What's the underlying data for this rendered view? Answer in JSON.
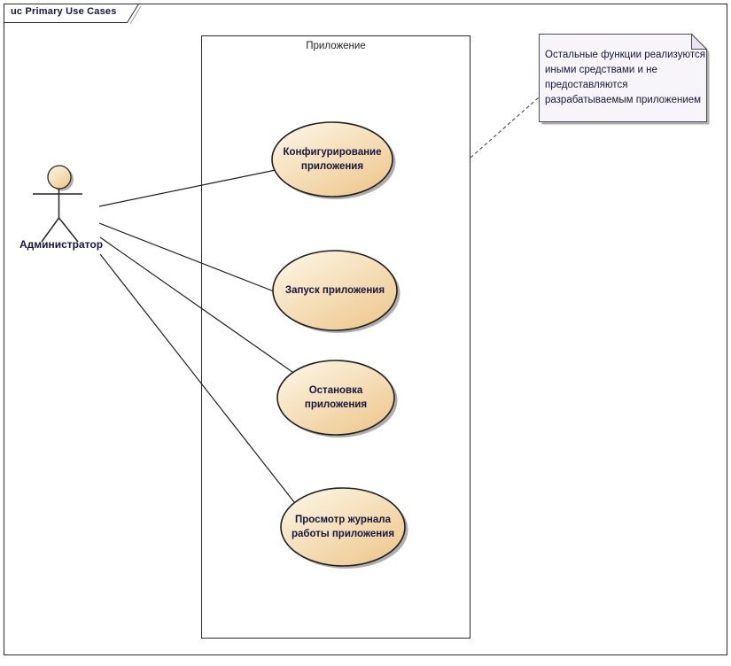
{
  "frame": {
    "label": "uc Primary Use Cases"
  },
  "system_boundary": {
    "label": "Приложение"
  },
  "actor": {
    "label": "Администратор"
  },
  "use_cases": [
    {
      "label": "Конфигурирование приложения"
    },
    {
      "label": "Запуск приложения"
    },
    {
      "label": "Остановка приложения"
    },
    {
      "label": "Просмотр журнала работы приложения"
    }
  ],
  "note": {
    "lines": [
      "Остальные функции реализуются",
      "иными средствами и не",
      "предоставляются",
      "разрабатываемым приложением"
    ]
  },
  "colors": {
    "use_case_fill_light": "#fdf8e9",
    "use_case_fill_dark": "#eec88e",
    "note_fill": "#f8f5fa",
    "note_fold": "#e9e5ef",
    "shape_border": "#1f1f1f",
    "shadow": "#aeaeae",
    "label_text": "#15153f",
    "background": "#ffffff"
  }
}
